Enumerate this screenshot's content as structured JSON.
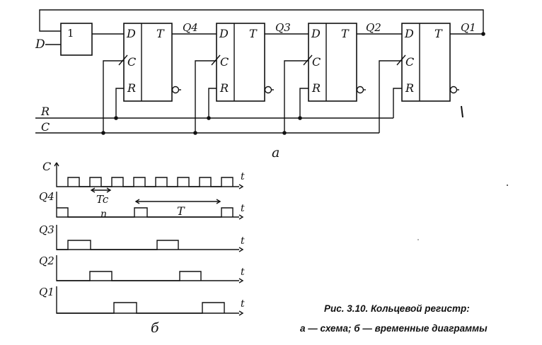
{
  "circuit": {
    "inputs": {
      "d": "D",
      "r": "R",
      "c": "C"
    },
    "or_gate_label": "1",
    "triggers": [
      {
        "d": "D",
        "c": "C",
        "r": "R",
        "t": "T",
        "q": "Q4"
      },
      {
        "d": "D",
        "c": "C",
        "r": "R",
        "t": "T",
        "q": "Q3"
      },
      {
        "d": "D",
        "c": "C",
        "r": "R",
        "t": "T",
        "q": "Q2"
      },
      {
        "d": "D",
        "c": "C",
        "r": "R",
        "t": "T",
        "q": "Q1"
      }
    ],
    "sublabel": "а"
  },
  "timing": {
    "signals": [
      {
        "name": "C"
      },
      {
        "name": "Q4"
      },
      {
        "name": "Q3"
      },
      {
        "name": "Q2"
      },
      {
        "name": "Q1"
      }
    ],
    "time_label": "t",
    "tc_label": "Tc",
    "n_label": "n",
    "period_label": "T",
    "sublabel": "б"
  },
  "caption": {
    "line1": "Рис. 3.10. Кольцевой регистр:",
    "line2": "а — схема; б — временные диаграммы"
  }
}
